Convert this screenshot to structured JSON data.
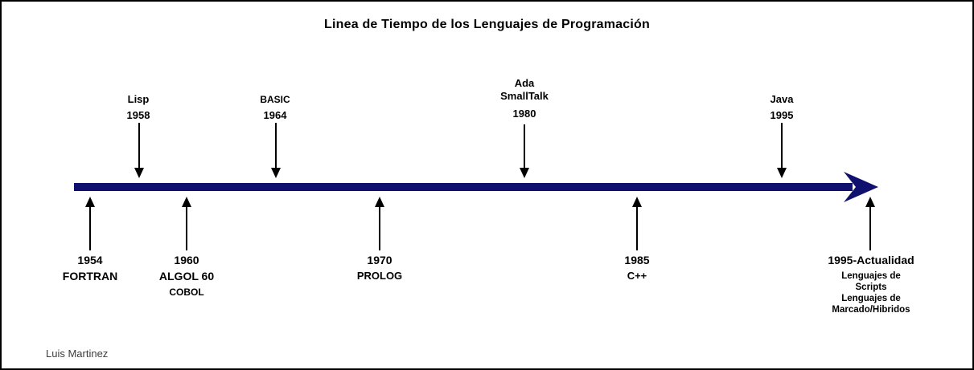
{
  "title": "Linea de Tiempo de los Lenguajes de Programación",
  "author": "Luis Martinez",
  "colors": {
    "timeline_bar": "#10106E",
    "event_arrow": "#000000",
    "text": "#000000",
    "author_text": "#3C3C3C",
    "background": "#FFFFFF"
  },
  "timeline": {
    "direction": "left-to-right",
    "events_above": [
      {
        "name_lines": [
          "Lisp"
        ],
        "year": "1958"
      },
      {
        "name_lines": [
          "BASIC"
        ],
        "year": "1964"
      },
      {
        "name_lines": [
          "Ada",
          "SmallTalk"
        ],
        "year": "1980"
      },
      {
        "name_lines": [
          "Java"
        ],
        "year": "1995"
      }
    ],
    "events_below": [
      {
        "year": "1954",
        "name_lines": [
          "FORTRAN"
        ]
      },
      {
        "year": "1960",
        "name_lines": [
          "ALGOL 60",
          "COBOL"
        ]
      },
      {
        "year": "1970",
        "name_lines": [
          "PROLOG"
        ]
      },
      {
        "year": "1985",
        "name_lines": [
          "C++"
        ]
      },
      {
        "year": "1995-Actualidad",
        "name_lines": [
          "Lenguajes de",
          "Scripts",
          "Lenguajes de",
          "Marcado/Hibridos"
        ]
      }
    ]
  }
}
